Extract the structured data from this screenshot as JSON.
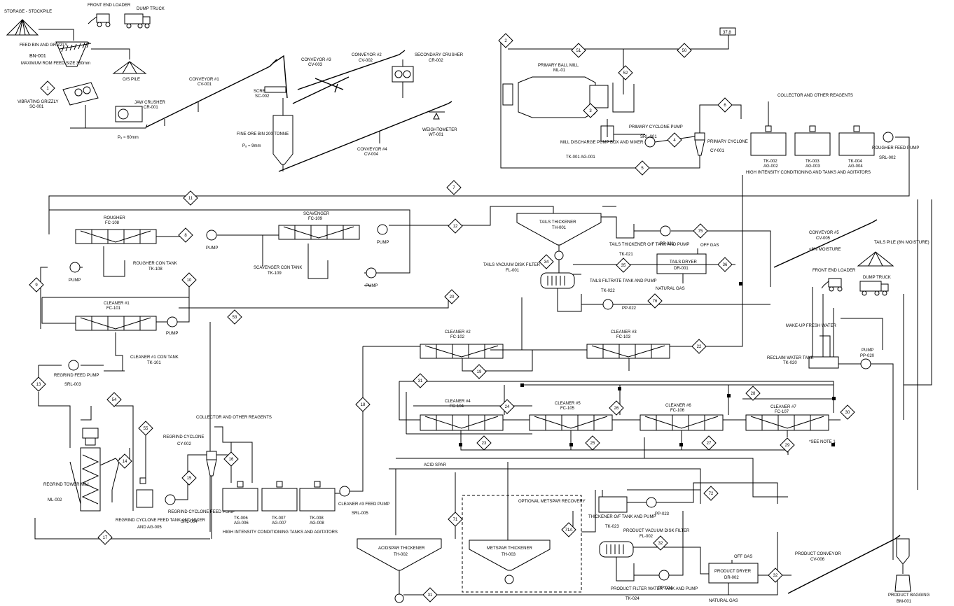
{
  "labels": {
    "storage": "STORAGE - STOCKPILE",
    "fel_top": "FRONT END LOADER",
    "dump_top": "DUMP TRUCK",
    "feed_bin": "FEED BIN AND GRIZZLY",
    "feed_bin_id": "BN-001",
    "max_rom": "MAXIMUM ROM FEED SIZE 350mm",
    "os_pile": "O/S PILE",
    "vib_grizzly": "VIBRATING GRIZZLY",
    "vib_grizzly_id": "SC-001",
    "jaw": "JAW CRUSHER",
    "jaw_id": "CR-001",
    "p80_60": "P₈ ≈ 60mm",
    "conv1": "CONVEYOR #1",
    "conv1_id": "CV-001",
    "screen": "SCREEN",
    "screen_id": "SC-002",
    "conv3": "CONVEYOR #3",
    "conv3_id": "CV-003",
    "conv2": "CONVEYOR #2",
    "conv2_id": "CV-002",
    "sec_crusher": "SECONDARY CRUSHER",
    "sec_crusher_id": "CR-002",
    "fine_ore": "FINE ORE BIN 200 TONNE",
    "p80_9": "P₈ ≈ 9mm",
    "weightometer": "WEIGHTOMETER",
    "weightometer_id": "WT-001",
    "conv4": "CONVEYOR #4",
    "conv4_id": "CV-004",
    "ball_mill": "PRIMARY BALL MILL",
    "ball_mill_id": "ML-01",
    "mill_pumpbox": "MILL DISCHARGE PUMP BOX AND MIXER",
    "mill_pumpbox_id": "TK-001 AG-001",
    "cyc_pump": "PRIMARY CYCLONE PUMP",
    "cyc_pump_id": "SRL-001",
    "prim_cyclone": "PRIMARY CYCLONE",
    "prim_cyclone_id": "CY-001",
    "collector_top": "COLLECTOR AND OTHER REAGENTS",
    "tk002": "TK-002",
    "ag002": "AG-002",
    "tk003": "TK-003",
    "ag003": "AG-003",
    "tk004": "TK-004",
    "ag004": "AG-004",
    "rougher_feed_pump": "ROUGHER FEED PUMP",
    "srl002": "SRL-002",
    "hi_cond_top": "HIGH INTENSITY CONDITIONING AND TANKS AND AGITATORS",
    "box_378": "37,8",
    "rougher": "ROUGHER",
    "fc108": "FC-108",
    "scavenger": "SCAVENGER",
    "fc109": "FC-109",
    "pump": "PUMP",
    "rougher_con_tank": "ROUGHER CON TANK",
    "tk108": "TK-108",
    "scav_con_tank": "SCAVENGER CON TANK",
    "tk109": "TK-109",
    "cleaner1": "CLEANER #1",
    "fc101": "FC-101",
    "cleaner1_tank": "CLEANER #1 CON TANK",
    "tk101": "TK-101",
    "regrind_feed_pump": "REGRIND FEED PUMP",
    "srl003": "SRL-003",
    "tails_thickener": "TAILS THICKENER",
    "th001": "TH-001",
    "tails_of_tank": "TAILS THICKENER O/F TANK AND PUMP",
    "tk021": "TK-021",
    "pp021": "PP-021",
    "off_gas": "OFF GAS",
    "tails_dryer": "TAILS DRYER",
    "dr001": "DR-001",
    "natural_gas": "NATURAL GAS",
    "tails_vac": "TAILS VACUUM DISK FILTER",
    "fl001": "FL-001",
    "tails_filtrate": "TAILS FILTRATE TANK AND PUMP",
    "tk022": "TK-022",
    "pp022": "PP-022",
    "conv5": "CONVEYOR #5",
    "conv5_id": "CV-005",
    "moisture": "<8% MOISTURE",
    "tails_pile": "TAILS PILE (8% MOISTURE)",
    "fel_right": "FRONT END LOADER",
    "dump_right": "DUMP TRUCK",
    "makeup": "MAKE-UP FRESH WATER",
    "reclaim": "RECLAIM WATER TANK",
    "tk020": "TK-020",
    "pp020": "PP-020",
    "cleaner2": "CLEANER #2",
    "fc102": "FC-102",
    "cleaner3": "CLEANER #3",
    "fc103": "FC-103",
    "cleaner4": "CLEANER #4",
    "fc104": "FC-104",
    "cleaner5": "CLEANER #5",
    "fc105": "FC-105",
    "cleaner6": "CLEANER #6",
    "fc106": "FC-106",
    "cleaner7": "CLEANER #7",
    "fc107": "FC-107",
    "see_note": "*SEE NOTE 1",
    "regrind_mill": "REGRIND TOWER MILL",
    "ml002": "ML-002",
    "collector_bot": "COLLECTOR AND OTHER REAGENTS",
    "regrind_cyclone": "REGRIND CYCLONE",
    "cy002": "CY-002",
    "regrind_cyc_pump": "REGRIND CYCLONE FEED PUMP",
    "srl004": "SRL-004",
    "regrind_tank": "REGRIND CYCLONE FEED TANK AND MIXER",
    "ag005": "AND AG-005",
    "tk006": "TK-006",
    "ag006": "AG-006",
    "tk007": "TK-007",
    "ag007": "AG-007",
    "tk008": "TK-008",
    "ag008": "AG-008",
    "hi_cond_bot": "HIGH INTENSITY CONDITIONING TANKS AND AGITATORS",
    "cl3_feed_pump": "CLEANER #3 FEED PUMP",
    "srl005": "SRL-005",
    "acid_spar": "ACID SPAR",
    "acidspar_thick": "ACIDSPAR THICKENER",
    "th002": "TH-002",
    "opt_metspar": "OPTIONAL METSPAR RECOVERY",
    "metspar_thick": "METSPAR THICKENER",
    "th003": "TH-003",
    "thick_of": "THICKENER O/F TANK AND PUMP",
    "tk023": "TK-023",
    "pp023": "PP-023",
    "prod_vac": "PRODUCT VACUUM DISK FILTER",
    "fl002": "FL-002",
    "prod_filter_tank": "PRODUCT FILTER WATER TANK AND PUMP",
    "tk024": "TK-024",
    "pp024": "PP-024",
    "prod_dryer": "PRODUCT DRYER",
    "dr002": "DR-002",
    "off_gas2": "OFF GAS",
    "natural_gas2": "NATURAL GAS",
    "prod_conv": "PRODUCT CONVEYOR",
    "cv006": "CV-006",
    "prod_bagging": "PRODUCT BAGGING",
    "bm001": "BM-001"
  },
  "streams": [
    "1",
    "2",
    "51",
    "50",
    "52",
    "3",
    "4",
    "5",
    "6",
    "7",
    "11",
    "8",
    "12",
    "75",
    "34",
    "35",
    "36",
    "76",
    "9",
    "10",
    "20",
    "53",
    "13",
    "54",
    "55",
    "14",
    "15",
    "16",
    "17",
    "18",
    "19",
    "22",
    "31",
    "24",
    "26",
    "28",
    "30",
    "23",
    "25",
    "27",
    "29",
    "71",
    "71A",
    "72",
    "32",
    "32",
    "31"
  ]
}
